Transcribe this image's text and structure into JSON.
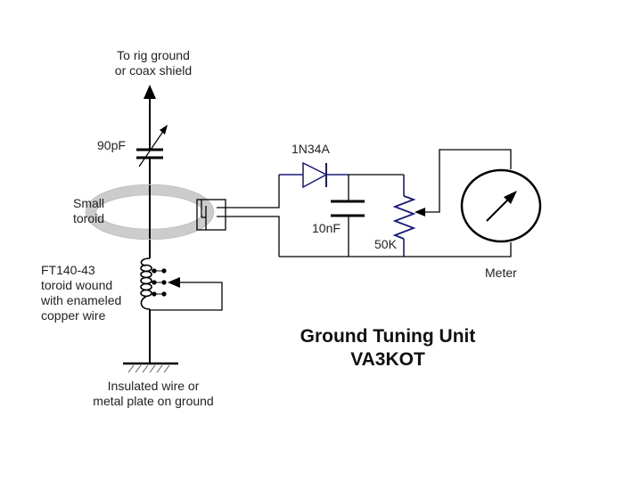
{
  "title": {
    "line1": "Ground Tuning Unit",
    "line2": "VA3KOT"
  },
  "labels": {
    "rig_ground_line1": "To rig ground",
    "rig_ground_line2": "or coax shield",
    "capacitor_variable": "90pF",
    "small_toroid_line1": "Small",
    "small_toroid_line2": "toroid",
    "inductor_line1": "FT140-43",
    "inductor_line2": "toroid wound",
    "inductor_line3": "with enameled",
    "inductor_line4": "copper wire",
    "ground_line1": "Insulated wire or",
    "ground_line2": "metal plate on ground",
    "diode": "1N34A",
    "capacitor_fixed": "10nF",
    "potentiometer": "50K",
    "meter": "Meter"
  },
  "colors": {
    "wire": "#000000",
    "detector_component": "#1a1a7a",
    "toroid": "#cccccc",
    "text": "#222222"
  }
}
